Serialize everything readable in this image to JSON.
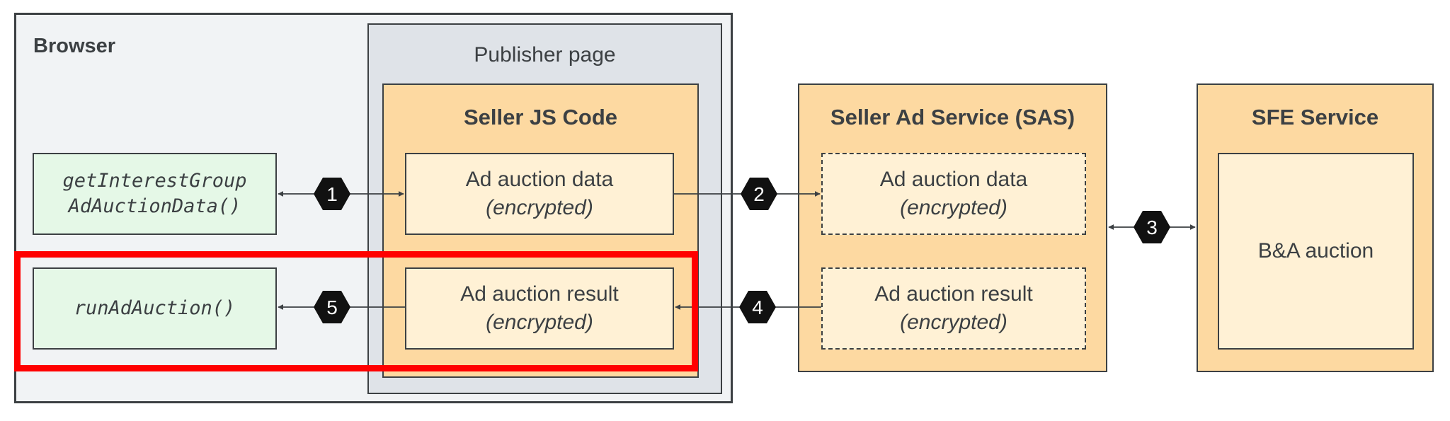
{
  "browser": {
    "title": "Browser"
  },
  "publisher": {
    "title": "Publisher page"
  },
  "seller_js": {
    "title": "Seller JS Code"
  },
  "sas": {
    "title": "Seller Ad Service (SAS)"
  },
  "sfe": {
    "title": "SFE Service",
    "auction_label": "B&A auction"
  },
  "apis": {
    "get_line1": "getInterestGroup",
    "get_line2": "AdAuctionData()",
    "run": "runAdAuction()"
  },
  "boxes": {
    "data_label": "Ad auction data",
    "result_label": "Ad auction result",
    "encrypted": "(encrypted)"
  },
  "steps": [
    "1",
    "2",
    "3",
    "4",
    "5"
  ],
  "colors": {
    "highlight": "#ff0000",
    "panel": "#fdd9a1",
    "inner": "#fff1d5",
    "api": "#e5f8e7",
    "badge": "#111111"
  }
}
